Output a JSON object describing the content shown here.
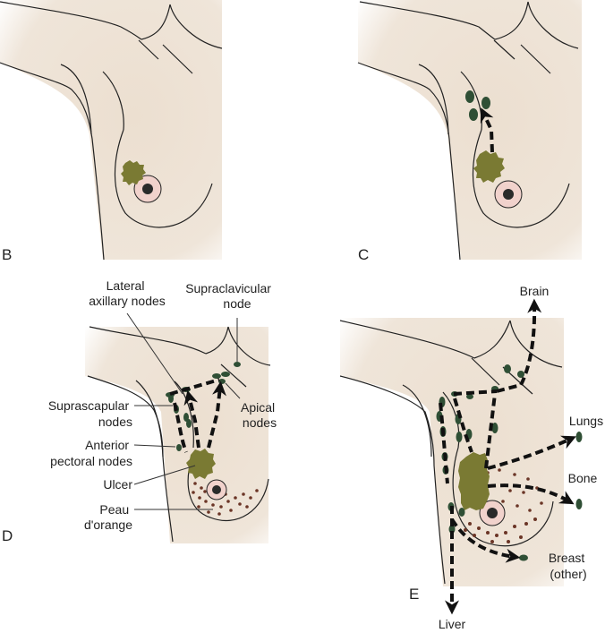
{
  "figure": {
    "description": "Progression of breast cancer spread, panels B through E",
    "colors": {
      "skin": "#ecdfd0",
      "tumor": "#7a7a33",
      "lymph_node": "#2f4f35",
      "peau_dots": "#6b3526",
      "areola": "#f1d2cc",
      "outline": "#222222"
    }
  },
  "panels": [
    {
      "id": "B",
      "label": "B"
    },
    {
      "id": "C",
      "label": "C"
    },
    {
      "id": "D",
      "label": "D"
    },
    {
      "id": "E",
      "label": "E"
    }
  ],
  "panel_d_labels": {
    "lateral_axillary": [
      "Lateral",
      "axillary nodes"
    ],
    "supraclavicular": [
      "Supraclavicular",
      "node"
    ],
    "suprascapular": [
      "Suprascapular",
      "nodes"
    ],
    "apical": [
      "Apical",
      "nodes"
    ],
    "anterior_pectoral": [
      "Anterior",
      "pectoral nodes"
    ],
    "ulcer": [
      "Ulcer"
    ],
    "peau": [
      "Peau",
      "d'orange"
    ]
  },
  "panel_e_labels": {
    "brain": "Brain",
    "lungs": "Lungs",
    "bone": "Bone",
    "breast_other": [
      "Breast",
      "(other)"
    ],
    "liver": "Liver"
  }
}
